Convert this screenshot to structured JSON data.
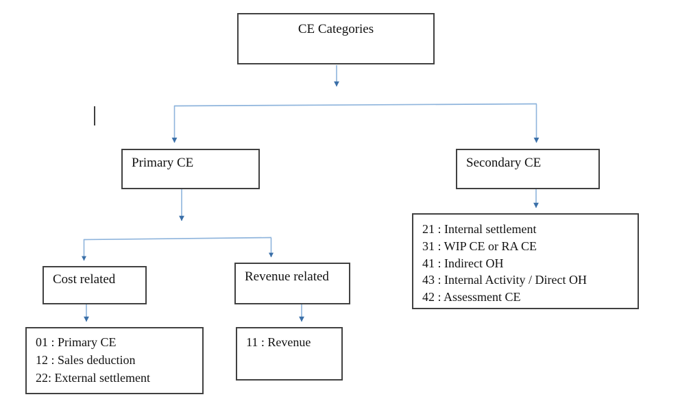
{
  "diagram": {
    "title": "CE Categories",
    "root": {
      "label": "CE Categories"
    },
    "branches": {
      "primary": {
        "label": "Primary CE"
      },
      "secondary": {
        "label": "Secondary CE"
      }
    },
    "primary_children": {
      "cost": {
        "label": "Cost related"
      },
      "revenue": {
        "label": "Revenue related"
      }
    },
    "lists": {
      "cost_related_items": [
        "01 : Primary CE",
        "12 : Sales deduction",
        "22: External settlement"
      ],
      "revenue_related_items": [
        "11 : Revenue"
      ],
      "secondary_items": [
        "21 : Internal settlement",
        "31 : WIP CE or RA CE",
        "41 : Indirect OH",
        "43 : Internal Activity / Direct OH",
        "42 : Assessment CE"
      ]
    }
  },
  "colors": {
    "box_border": "#404040",
    "connector_line": "#8EB4DC",
    "arrow_head": "#3A6FA8",
    "background": "#FFFFFF",
    "text": "#111111"
  }
}
